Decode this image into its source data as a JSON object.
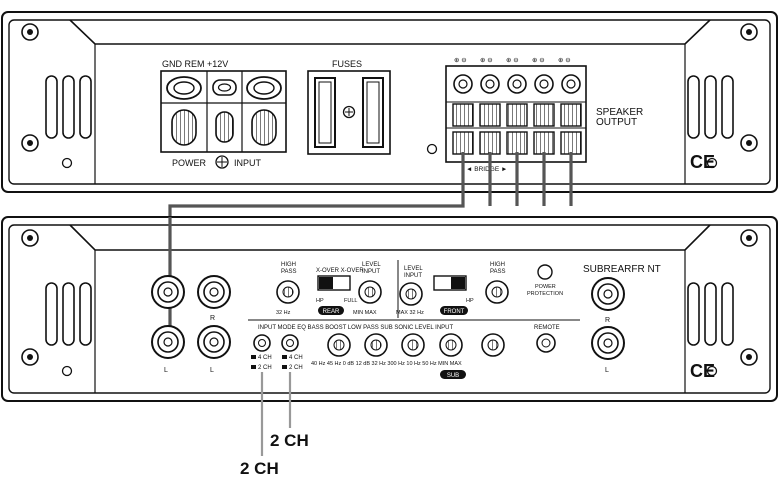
{
  "top_amp": {
    "power_terminals_label": "GND REM +12V",
    "power_input_label_left": "POWER",
    "power_input_label_right": "INPUT",
    "fuses_label": "FUSES",
    "speaker_output_label": "SPEAKER OUTPUT",
    "speaker_output_label_line1": "SPEAKER",
    "speaker_output_label_line2": "OUTPUT",
    "ce_mark": "CE"
  },
  "bottom_amp": {
    "high_pass_left_line1": "HIGH",
    "high_pass_left_line2": "PASS",
    "xover_label": "X-OVER X-OVER",
    "level_input_left_line1": "LEVEL",
    "level_input_left_line2": "INPUT",
    "level_input_right_line1": "LEVEL",
    "level_input_right_line2": "INPUT",
    "high_pass_right_line1": "HIGH",
    "high_pass_right_line2": "PASS",
    "power_protection_line1": "POWER",
    "power_protection_line2": "PROTECTION",
    "sub_rear_front_label": "SUBREARFR NT",
    "rear_badge": "REAR",
    "front_badge": "FRONT",
    "sub_badge": "SUB",
    "full_label": "FULL",
    "bottom_controls_label": "INPUT MODE EQ BASS BOOST LOW PASS SUB SONIC LEVEL INPUT",
    "remote_label": "REMOTE",
    "input_mode_4ch": "4 CH",
    "input_mode_2ch": "2 CH",
    "input_mode_4ch_b": "4 CH",
    "input_mode_2ch_b": "2 CH",
    "channel_l": "L",
    "channel_r": "R",
    "ce_mark": "CE"
  },
  "callouts": {
    "upper": "2 CH",
    "lower": "2 CH"
  }
}
